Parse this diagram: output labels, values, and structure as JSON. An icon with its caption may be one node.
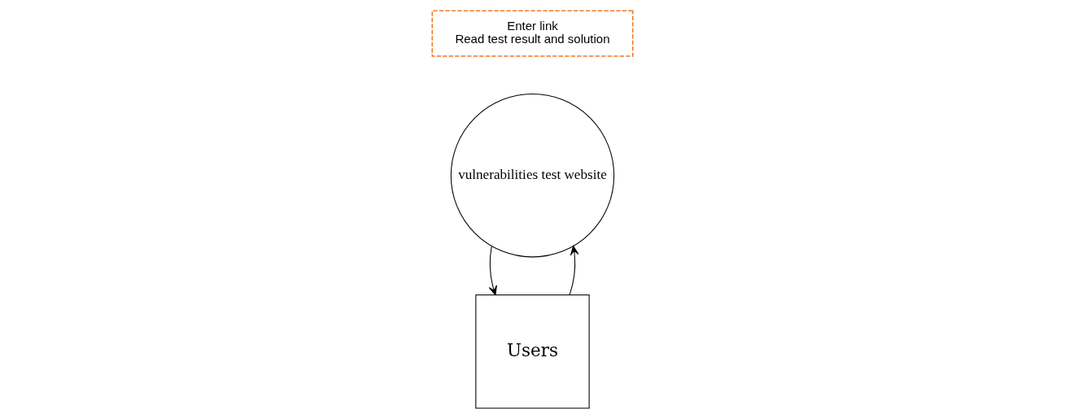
{
  "diagram": {
    "nodes": [
      {
        "text": [
          "vulnerabilities test website"
        ]
      },
      {
        "text": [
          "Users"
        ]
      },
      {
        "text": [
          "Enter link",
          "Read test result and solution"
        ]
      }
    ],
    "edges": [
      {
        "from": 1,
        "to": 0,
        "arrow": "to"
      },
      {
        "from": 0,
        "to": 1,
        "arrow": "to"
      }
    ]
  }
}
